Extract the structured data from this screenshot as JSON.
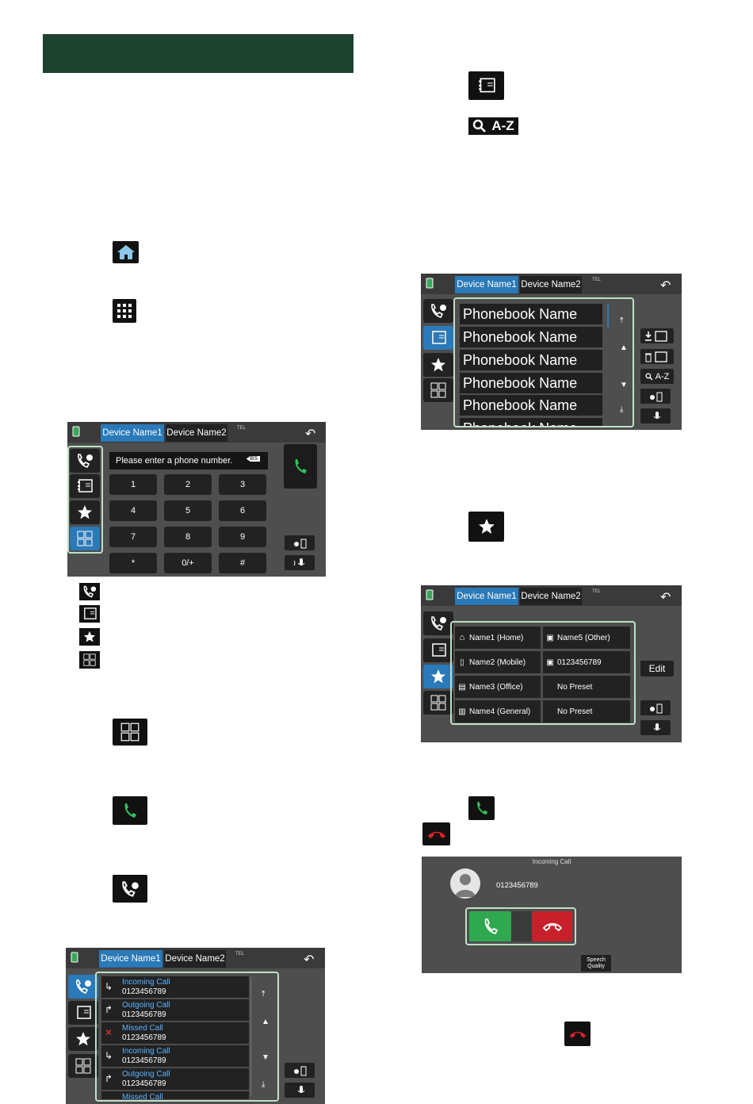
{
  "screen_common": {
    "tab1": "Device Name1",
    "tab2": "Device Name2",
    "tel_label": "TEL",
    "back_symbol": "↶"
  },
  "dialpad": {
    "prompt": "Please enter a phone number.",
    "bs_label": "BS",
    "keys": [
      "1",
      "2",
      "3",
      "4",
      "5",
      "6",
      "7",
      "8",
      "9",
      "*",
      "0/+",
      "#"
    ]
  },
  "phonebook": {
    "rows": [
      "Phonebook Name",
      "Phonebook Name",
      "Phonebook Name",
      "Phonebook Name",
      "Phonebook Name",
      "Phonebook Name"
    ],
    "az_label": "A-Z",
    "search_az_label": "A-Z"
  },
  "favorites": {
    "left": [
      "Name1 (Home)",
      "Name2 (Mobile)",
      "Name3 (Office)",
      "Name4 (General)"
    ],
    "right": [
      "Name5 (Other)",
      "0123456789",
      "No Preset",
      "No Preset"
    ],
    "edit_label": "Edit"
  },
  "call_log": {
    "rows": [
      {
        "type": "Incoming Call",
        "number": "0123456789"
      },
      {
        "type": "Outgoing Call",
        "number": "0123456789"
      },
      {
        "type": "Missed Call",
        "number": "0123456789"
      },
      {
        "type": "Incoming Call",
        "number": "0123456789"
      },
      {
        "type": "Outgoing Call",
        "number": "0123456789"
      },
      {
        "type": "Missed Call",
        "number": ""
      }
    ]
  },
  "incoming": {
    "title": "Incoming Call",
    "number": "0123456789",
    "speech_line1": "Speech",
    "speech_line2": "Quality"
  },
  "colors": {
    "header": "#1e4230",
    "screen_bg": "#4e4e4e",
    "tab_active": "#2a79b8",
    "answer_green": "#2fa84f",
    "reject_red": "#c8202a",
    "highlight": "#bfe0c8"
  }
}
